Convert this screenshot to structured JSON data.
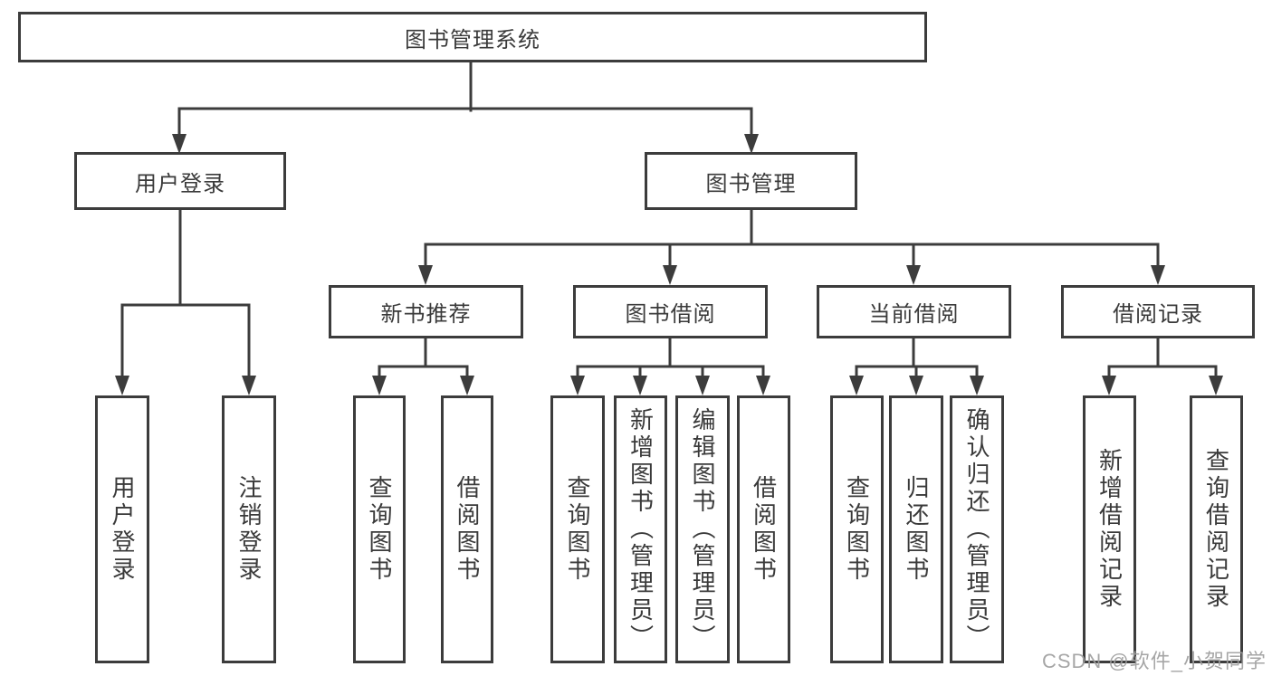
{
  "tree": {
    "label": "图书管理系统",
    "children": [
      {
        "label": "用户登录",
        "children": [
          {
            "label": "用户登录"
          },
          {
            "label": "注销登录"
          }
        ]
      },
      {
        "label": "图书管理",
        "children": [
          {
            "label": "新书推荐",
            "children": [
              {
                "label": "查询图书"
              },
              {
                "label": "借阅图书"
              }
            ]
          },
          {
            "label": "图书借阅",
            "children": [
              {
                "label": "查询图书"
              },
              {
                "label": "新增图书（管理员）"
              },
              {
                "label": "编辑图书（管理员）"
              },
              {
                "label": "借阅图书"
              }
            ]
          },
          {
            "label": "当前借阅",
            "children": [
              {
                "label": "查询图书"
              },
              {
                "label": "归还图书"
              },
              {
                "label": "确认归还（管理员）"
              }
            ]
          },
          {
            "label": "借阅记录",
            "children": [
              {
                "label": "新增借阅记录"
              },
              {
                "label": "查询借阅记录"
              }
            ]
          }
        ]
      }
    ]
  },
  "watermark": {
    "text": "CSDN @软件_小贺同学"
  },
  "colors": {
    "line": "#3c3c3c",
    "text": "#3a3a3a",
    "watermark": "#9f9f9f",
    "background": "#ffffff"
  }
}
